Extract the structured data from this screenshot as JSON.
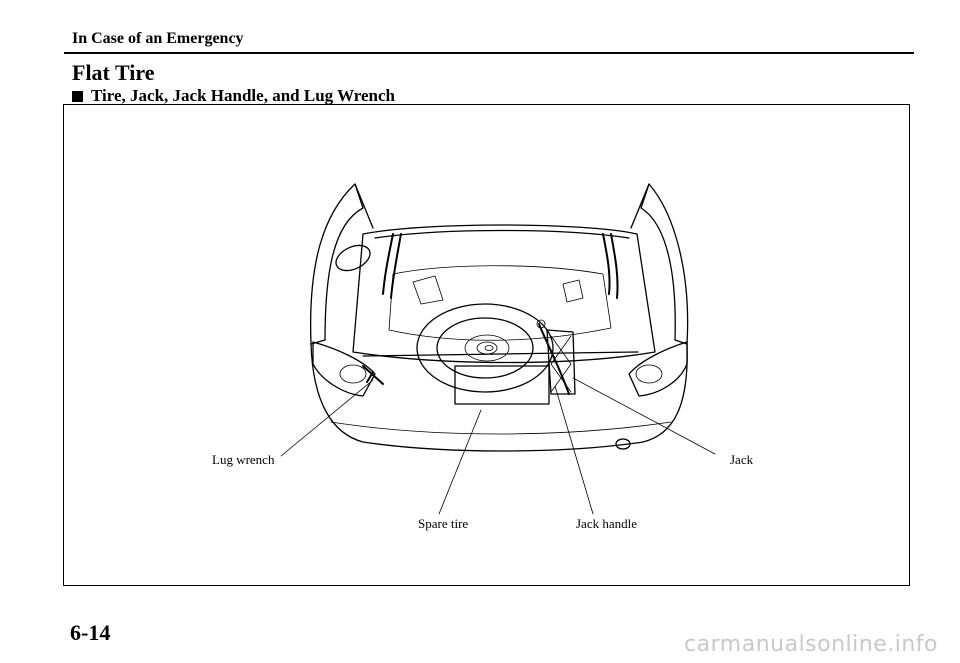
{
  "header": {
    "section": "In Case of an Emergency"
  },
  "page": {
    "title": "Flat Tire",
    "subtitle": "Tire, Jack, Jack Handle, and Lug Wrench",
    "page_number": "6-14"
  },
  "figure": {
    "callouts": {
      "lug_wrench": "Lug wrench",
      "spare_tire": "Spare tire",
      "jack_handle": "Jack handle",
      "jack": "Jack"
    }
  },
  "watermark": "carmanualsonline.info"
}
